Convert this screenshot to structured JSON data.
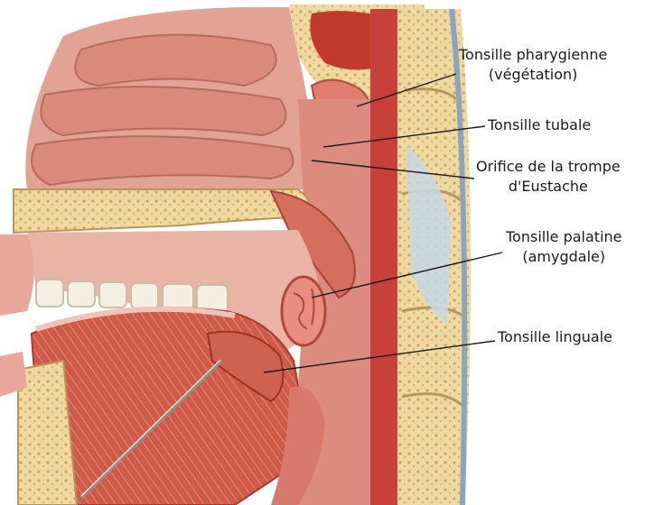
{
  "labels": {
    "pharyngeal_line1": "Tonsille pharygienne",
    "pharyngeal_line2": "(végétation)",
    "tubal": "Tonsille tubale",
    "orifice_line1": "Orifice de la trompe",
    "orifice_line2": "d'Eustache",
    "palatine_line1": "Tonsille palatine",
    "palatine_line2": "(amygdale)",
    "lingual": "Tonsille linguale"
  },
  "colors": {
    "tissue": "#d4786a",
    "tissue_dark": "#b84a3e",
    "bone": "#efd9a0",
    "bone_dot": "#c9a45c",
    "muscle": "#c44a3c",
    "mucosa_blue": "#c6d8e6",
    "label_text": "#1a1a1a"
  }
}
